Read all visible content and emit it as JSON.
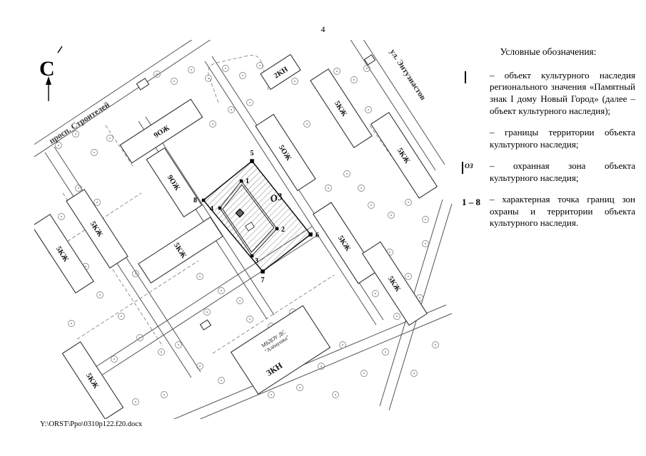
{
  "page": {
    "number": "4",
    "footer": "Y:\\ORST\\Ppo\\0310p122.f20.docx"
  },
  "map": {
    "north_label": "С",
    "streets": [
      "просп. Строителей",
      "ул. Энтузиастов"
    ],
    "zone_label": "ОЗ",
    "school": {
      "line1": "МБДОУ ДС",
      "line2": "\"Алёнушка\""
    },
    "buildings": [
      {
        "label": "2КН"
      },
      {
        "label": "9ОЖ"
      },
      {
        "label": "9ОЖ"
      },
      {
        "label": "5ОЖ"
      },
      {
        "label": "5КЖ"
      },
      {
        "label": "5КЖ"
      },
      {
        "label": "5КЖ"
      },
      {
        "label": "5КЖ"
      },
      {
        "label": "5КЖ"
      },
      {
        "label": "5КЖ"
      },
      {
        "label": "5КЖ"
      },
      {
        "label": "3КН"
      },
      {
        "label": "5КЖ"
      }
    ],
    "points": [
      "1",
      "2",
      "3",
      "4",
      "5",
      "6",
      "7",
      "8"
    ]
  },
  "legend": {
    "title": "Условные обозначения:",
    "items": [
      {
        "symbol": "heritage-object-diamond",
        "text": "– объект культурного наследия регионального значения «Памятный знак I дому Новый Город» (далее – объект культурного наследия);"
      },
      {
        "symbol": "territory-boundary-lines",
        "text": "– границы территории объекта культурного наследия;"
      },
      {
        "symbol": "protection-zone-hatch",
        "symbol_label": "ОЗ",
        "text": "– охранная зона объекта культурного наследия;"
      },
      {
        "symbol": "points-range",
        "symbol_label": "1 – 8",
        "text": "– характерная точка границ зон охраны и территории объекта культурного наследия."
      }
    ]
  }
}
